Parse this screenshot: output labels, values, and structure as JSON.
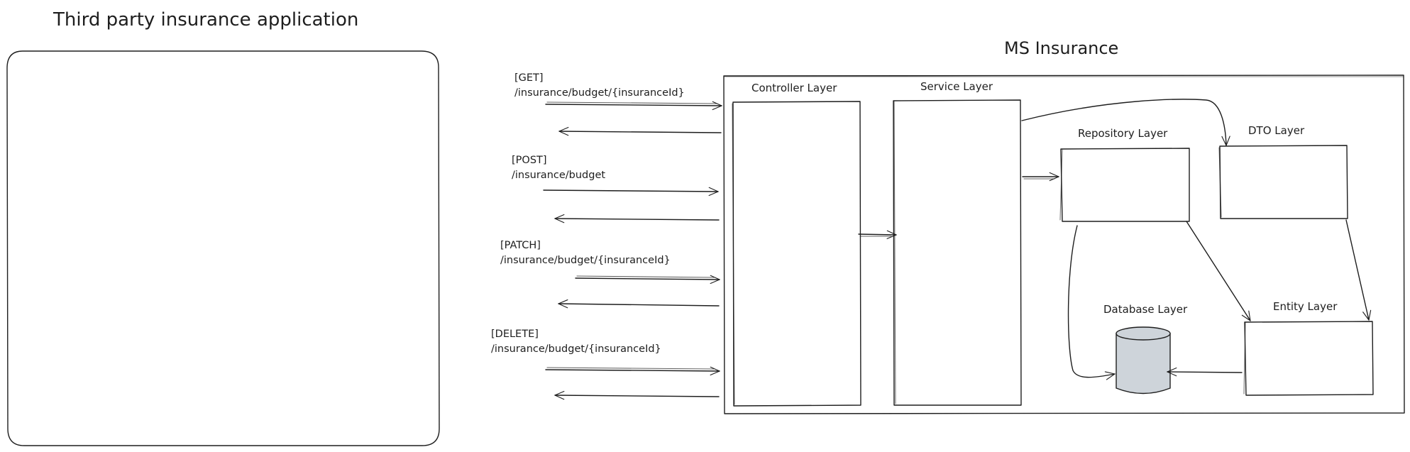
{
  "titles": {
    "third_party": "Third party insurance application",
    "ms_insurance": "MS Insurance"
  },
  "layers": {
    "controller": "Controller Layer",
    "service": "Service Layer",
    "repository": "Repository Layer",
    "dto": "DTO Layer",
    "database": "Database Layer",
    "entity": "Entity Layer"
  },
  "endpoints": [
    {
      "method": "[GET]",
      "path": "/insurance/budget/{insuranceId}"
    },
    {
      "method": "[POST]",
      "path": "/insurance/budget"
    },
    {
      "method": "[PATCH]",
      "path": "/insurance/budget/{insuranceId}"
    },
    {
      "method": "[DELETE]",
      "path": "/insurance/budget/{insuranceId}"
    }
  ],
  "colors": {
    "ink": "#1e1e1e",
    "database_fill": "#ced4da"
  }
}
